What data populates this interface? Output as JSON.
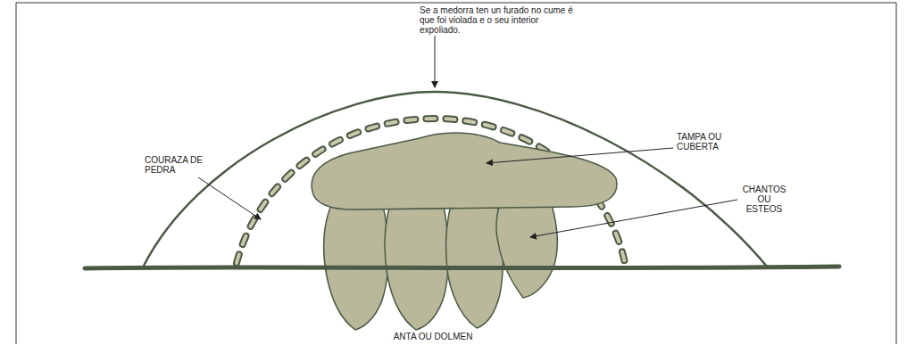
{
  "diagram": {
    "labels": [
      "Se a medorra ten un furado no cume é que foi violada e o seu interior expoliado.",
      "COURAZA DE PEDRA",
      "TAMPA OU CUBERTA",
      "CHANTOS OU ESTEOS",
      "ANTA OU DOLMEN"
    ]
  }
}
